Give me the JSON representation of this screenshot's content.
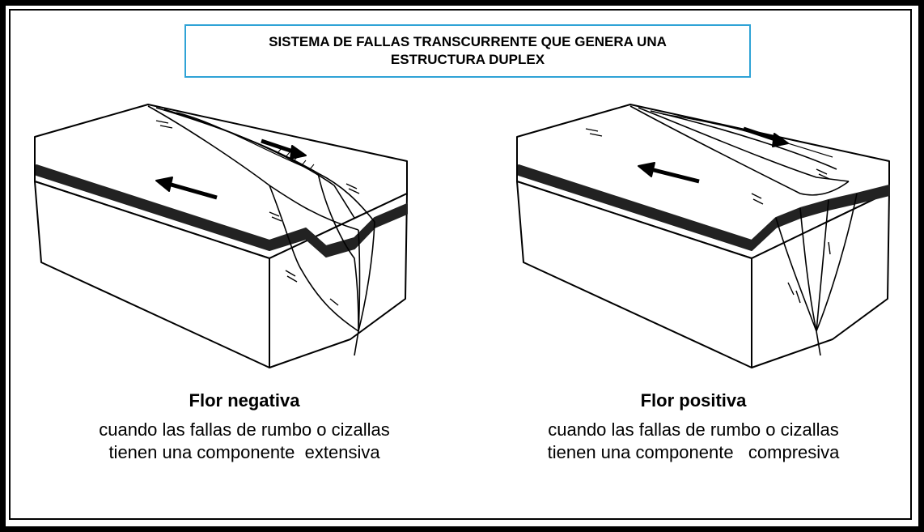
{
  "title": {
    "line1": "SISTEMA DE FALLAS TRANSCURRENTE QUE GENERA UNA",
    "line2": "ESTRUCTURA DUPLEX"
  },
  "panels": [
    {
      "heading": "Flor negativa",
      "line1": "cuando las fallas de rumbo o cizallas",
      "line2": "tienen una componente  extensiva"
    },
    {
      "heading": "Flor positiva",
      "line1": "cuando las fallas de rumbo o cizallas",
      "line2": "tienen una componente   compresiva"
    }
  ],
  "colors": {
    "frame": "#000000",
    "title_border": "#2fa3d6",
    "background": "#ffffff"
  }
}
